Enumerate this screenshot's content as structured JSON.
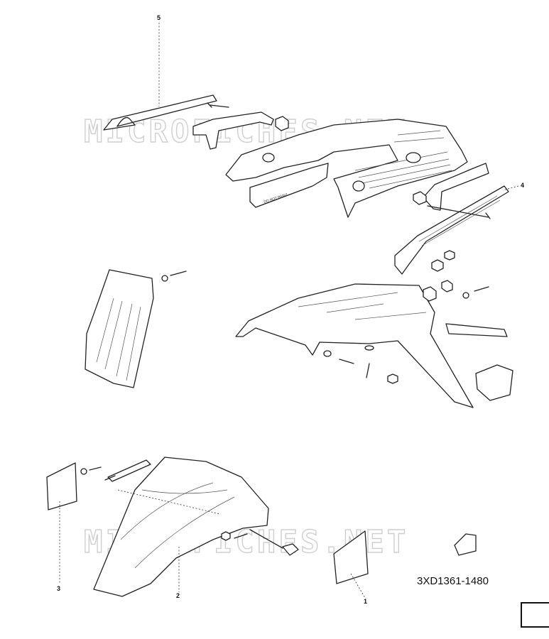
{
  "diagram": {
    "watermark": "MICROFICHES.NET",
    "drawing_code": "3XD1361-1480",
    "callouts": [
      {
        "id": "5",
        "label": "5"
      },
      {
        "id": "4",
        "label": "4"
      },
      {
        "id": "3",
        "label": "3"
      },
      {
        "id": "2",
        "label": "2"
      },
      {
        "id": "1",
        "label": "1"
      }
    ],
    "panel_stamp": "DO NOT PAINT"
  }
}
